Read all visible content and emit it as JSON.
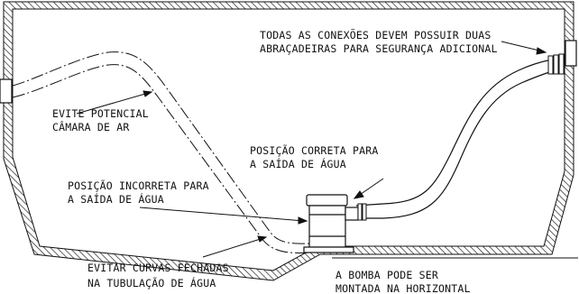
{
  "diagram": {
    "labels": {
      "avoid_air_pocket_line1": "EVITE POTENCIAL",
      "avoid_air_pocket_line2": "CÂMARA DE AR",
      "all_connections_line1": "TODAS AS CONEXÕES DEVEM POSSUIR DUAS",
      "all_connections_line2": "ABRAÇADEIRAS PARA SEGURANÇA ADICIONAL",
      "correct_position_line1": "POSIÇÃO CORRETA PARA",
      "correct_position_line2": "A SAÍDA DE ÁGUA",
      "incorrect_position_line1": "POSIÇÃO INCORRETA PARA",
      "incorrect_position_line2": "A SAÍDA DE ÁGUA",
      "avoid_sharp_bends_line1": "EVITAR CURVAS FECHADAS",
      "avoid_sharp_bends_line2": "NA TUBULAÇÃO DE ÁGUA",
      "horizontal_pump_line1": "A BOMBA PODE SER",
      "horizontal_pump_line2": "MONTADA NA HORIZONTAL"
    },
    "colors": {
      "line": "#111111",
      "hatch": "#222222",
      "background": "#ffffff"
    }
  }
}
